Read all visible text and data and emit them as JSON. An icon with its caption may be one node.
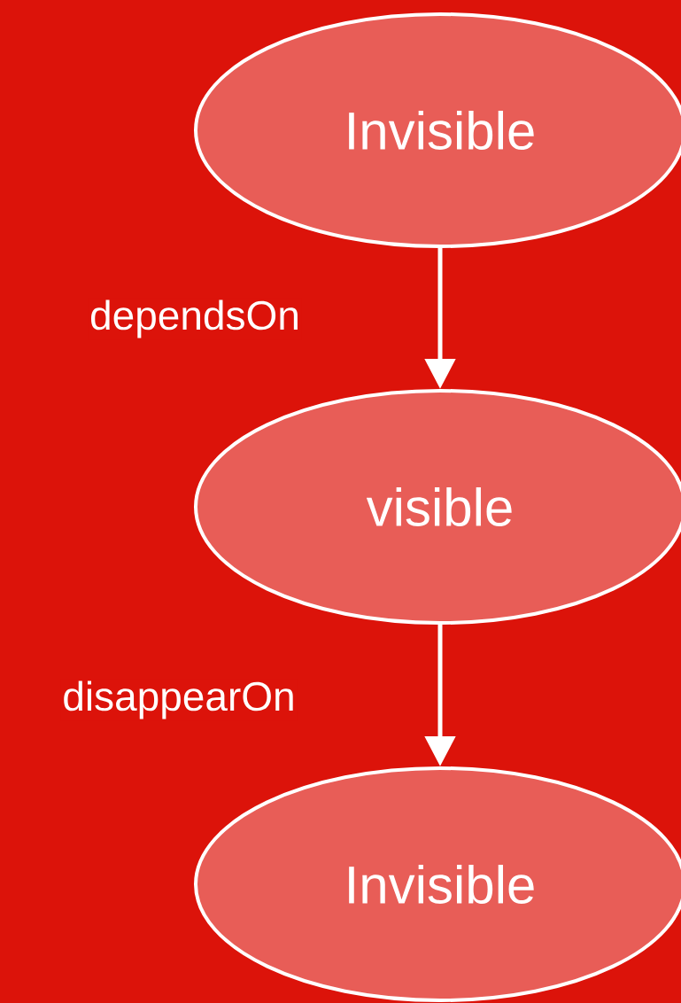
{
  "diagram": {
    "nodes": [
      {
        "text": [
          "Invisible"
        ]
      },
      {
        "text": [
          "visible"
        ]
      },
      {
        "text": [
          "Invisible"
        ]
      }
    ],
    "edges": [
      {
        "from": 0,
        "to": 1,
        "arrow": "to",
        "label": "dependsOn"
      },
      {
        "from": 1,
        "to": 2,
        "arrow": "to",
        "label": "disappearOn"
      }
    ]
  }
}
